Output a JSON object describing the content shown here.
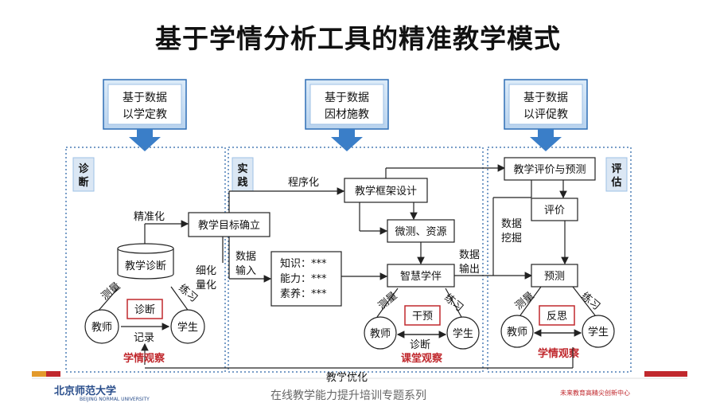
{
  "title": "基于学情分析工具的精准教学模式",
  "banners": [
    {
      "line1": "基于数据",
      "line2": "以学定教"
    },
    {
      "line1": "基于数据",
      "line2": "因材施教"
    },
    {
      "line1": "基于数据",
      "line2": "以评促教"
    }
  ],
  "sections": {
    "diagnose": "诊断",
    "practice": "实践",
    "evaluate": "评估"
  },
  "left": {
    "precision": "精准化",
    "diagnosis_box": "教学诊断",
    "measure": "测量",
    "practice_word": "练习",
    "center": "诊断",
    "teacher": "教师",
    "student": "学生",
    "record": "记录",
    "observe": "学情观察"
  },
  "middle": {
    "goal": "教学目标确立",
    "refine_1": "细化",
    "refine_2": "量化",
    "data_in_1": "数据",
    "data_in_2": "输入",
    "proceduralize": "程序化",
    "framework": "教学框架设计",
    "resources": "微测、资源",
    "knowledge": "知识：***",
    "ability": "能力：***",
    "literacy": "素养：***",
    "partner": "智慧学伴",
    "data_out_1": "数据",
    "data_out_2": "输出",
    "measure": "测量",
    "practice_word": "练习",
    "center": "干预",
    "teacher": "教师",
    "student": "学生",
    "diagnose": "诊断",
    "observe": "课堂观察"
  },
  "right": {
    "eval_predict": "教学评价与预测",
    "mining_1": "数据",
    "mining_2": "挖掘",
    "evaluate": "评价",
    "predict": "预测",
    "measure": "测量",
    "practice_word": "练习",
    "center": "反思",
    "teacher": "教师",
    "student": "学生",
    "observe": "学情观察"
  },
  "bottom": "教学优化",
  "footer": {
    "left_logo": "北京师范大学",
    "left_sub": "BEIJING NORMAL UNIVERSITY",
    "series": "在线教学能力提升培训专题系列",
    "right_logo": "未来教育高精尖创新中心"
  },
  "colors": {
    "banner": "#2f6fb6",
    "arrow": "#3a7ec8",
    "dotted": "#4d7fb5",
    "red": "#c0282d",
    "orange": "#e39a2b"
  }
}
